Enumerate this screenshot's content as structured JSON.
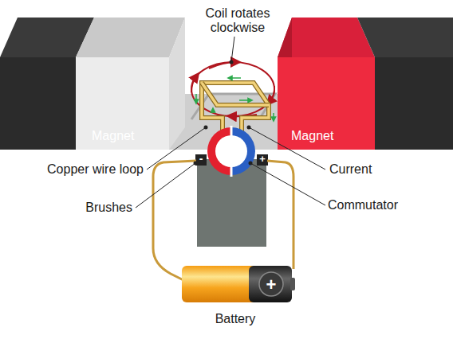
{
  "diagram": {
    "nodes": [
      {
        "text": [
          "Magnet"
        ]
      },
      {
        "text": [
          "Magnet"
        ]
      }
    ],
    "labels": [
      "Coil rotates clockwise",
      "Copper wire loop",
      "Current",
      "Brushes",
      "Commutator",
      "Battery",
      "-",
      "+",
      "+"
    ]
  }
}
